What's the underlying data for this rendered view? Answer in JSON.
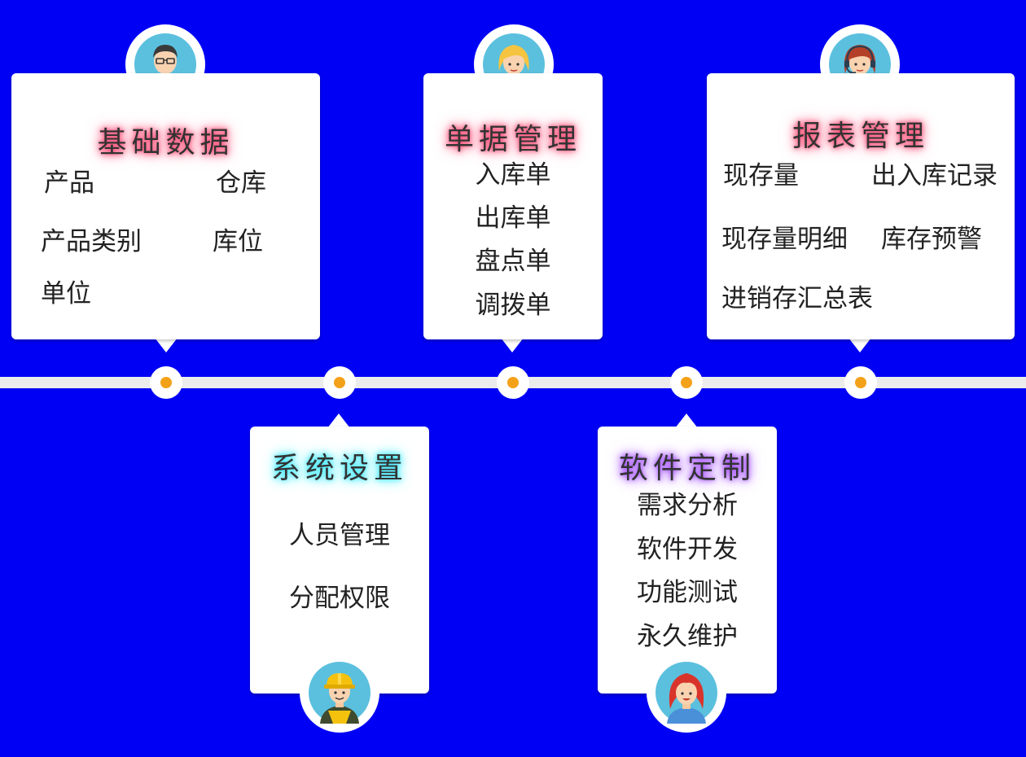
{
  "colors": {
    "background": "#0000F5",
    "timeline": "#ECECEC",
    "node_dot": "#F4A11A",
    "card": "#FFFFFF"
  },
  "cards": {
    "basic_data": {
      "title": "基础数据",
      "avatar_icon": "man-with-glasses-avatar-icon",
      "items": [
        "产品",
        "仓库",
        "产品类别",
        "库位",
        "单位"
      ]
    },
    "system_settings": {
      "title": "系统设置",
      "avatar_icon": "construction-worker-avatar-icon",
      "items": [
        "人员管理",
        "分配权限"
      ]
    },
    "document_management": {
      "title": "单据管理",
      "avatar_icon": "blonde-woman-avatar-icon",
      "items": [
        "入库单",
        "出库单",
        "盘点单",
        "调拨单"
      ]
    },
    "software_customization": {
      "title": "软件定制",
      "avatar_icon": "red-haired-woman-avatar-icon",
      "items": [
        "需求分析",
        "软件开发",
        "功能测试",
        "永久维护"
      ]
    },
    "report_management": {
      "title": "报表管理",
      "avatar_icon": "headset-operator-avatar-icon",
      "items": [
        "现存量",
        "出入库记录",
        "现存量明细",
        "库存预警",
        "进销存汇总表"
      ]
    }
  }
}
